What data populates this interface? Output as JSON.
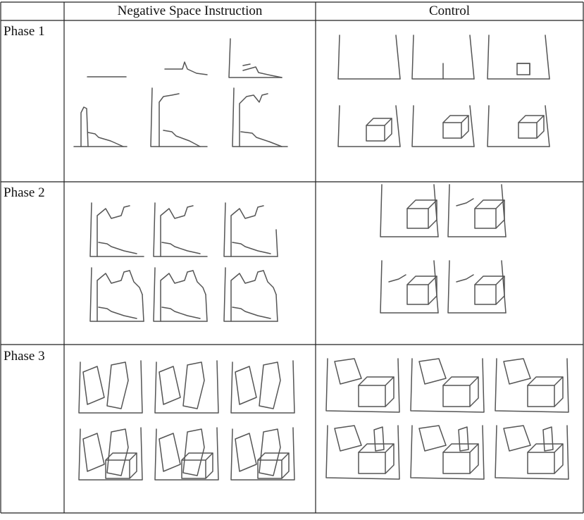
{
  "headers": [
    "Negative Space Instruction",
    "Control"
  ],
  "phases": [
    "Phase 1",
    "Phase 2",
    "Phase 3"
  ],
  "colors": {
    "line": "#555555",
    "border": "#222222"
  }
}
